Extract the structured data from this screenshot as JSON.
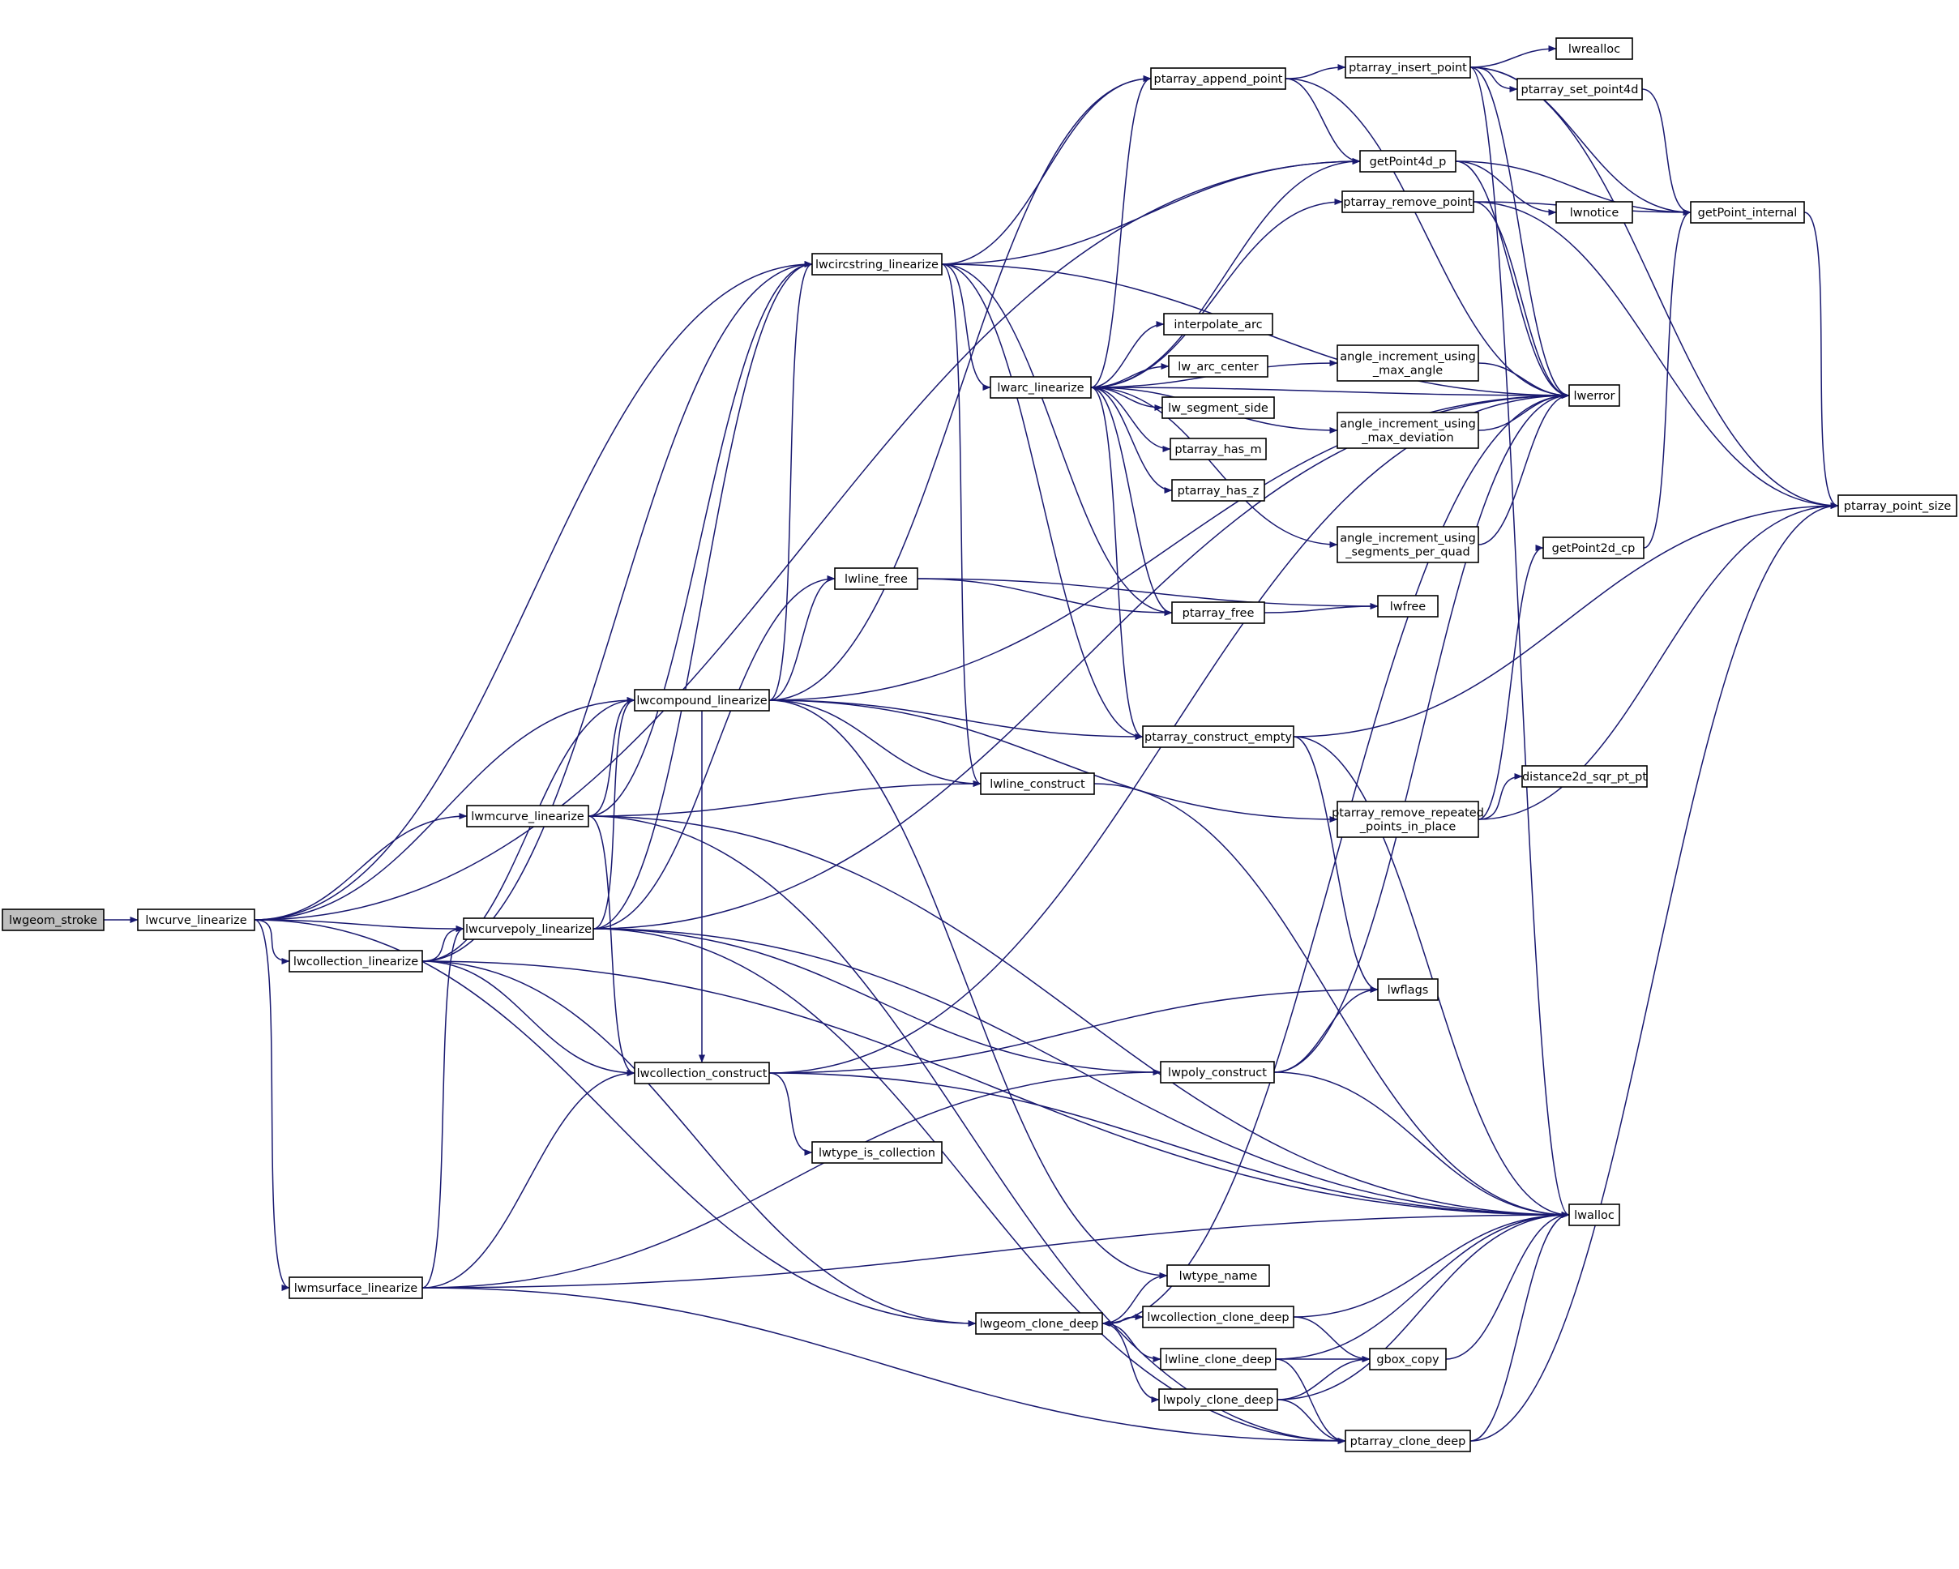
{
  "colors": {
    "edge": "#191970",
    "node_border": "#000000",
    "root_fill": "#bfbfbf",
    "node_fill": "#ffffff"
  },
  "nodes": [
    {
      "id": "lwgeom_stroke",
      "lines": [
        "lwgeom_stroke"
      ],
      "root": true
    },
    {
      "id": "lwcurve_linearize",
      "lines": [
        "lwcurve_linearize"
      ]
    },
    {
      "id": "lwcollection_linearize",
      "lines": [
        "lwcollection_linearize"
      ]
    },
    {
      "id": "lwcurvepoly_linearize",
      "lines": [
        "lwcurvepoly_linearize"
      ]
    },
    {
      "id": "lwmcurve_linearize",
      "lines": [
        "lwmcurve_linearize"
      ]
    },
    {
      "id": "lwmsurface_linearize",
      "lines": [
        "lwmsurface_linearize"
      ]
    },
    {
      "id": "lwcompound_linearize",
      "lines": [
        "lwcompound_linearize"
      ]
    },
    {
      "id": "lwcircstring_linearize",
      "lines": [
        "lwcircstring_linearize"
      ]
    },
    {
      "id": "lwline_free",
      "lines": [
        "lwline_free"
      ]
    },
    {
      "id": "lwcollection_construct",
      "lines": [
        "lwcollection_construct"
      ]
    },
    {
      "id": "lwtype_is_collection",
      "lines": [
        "lwtype_is_collection"
      ]
    },
    {
      "id": "lwarc_linearize",
      "lines": [
        "lwarc_linearize"
      ]
    },
    {
      "id": "lwline_construct",
      "lines": [
        "lwline_construct"
      ]
    },
    {
      "id": "lwgeom_clone_deep",
      "lines": [
        "lwgeom_clone_deep"
      ]
    },
    {
      "id": "ptarray_append_point",
      "lines": [
        "ptarray_append_point"
      ]
    },
    {
      "id": "interpolate_arc",
      "lines": [
        "interpolate_arc"
      ]
    },
    {
      "id": "lw_arc_center",
      "lines": [
        "lw_arc_center"
      ]
    },
    {
      "id": "lw_segment_side",
      "lines": [
        "lw_segment_side"
      ]
    },
    {
      "id": "ptarray_has_m",
      "lines": [
        "ptarray_has_m"
      ]
    },
    {
      "id": "ptarray_has_z",
      "lines": [
        "ptarray_has_z"
      ]
    },
    {
      "id": "ptarray_free",
      "lines": [
        "ptarray_free"
      ]
    },
    {
      "id": "ptarray_construct_empty",
      "lines": [
        "ptarray_construct_empty"
      ]
    },
    {
      "id": "lwflags",
      "lines": [
        "lwflags"
      ]
    },
    {
      "id": "lwpoly_construct",
      "lines": [
        "lwpoly_construct"
      ]
    },
    {
      "id": "lwtype_name",
      "lines": [
        "lwtype_name"
      ]
    },
    {
      "id": "lwcollection_clone_deep",
      "lines": [
        "lwcollection_clone_deep"
      ]
    },
    {
      "id": "lwline_clone_deep",
      "lines": [
        "lwline_clone_deep"
      ]
    },
    {
      "id": "lwpoly_clone_deep",
      "lines": [
        "lwpoly_clone_deep"
      ]
    },
    {
      "id": "ptarray_insert_point",
      "lines": [
        "ptarray_insert_point"
      ]
    },
    {
      "id": "getPoint4d_p",
      "lines": [
        "getPoint4d_p"
      ]
    },
    {
      "id": "ptarray_remove_point",
      "lines": [
        "ptarray_remove_point"
      ]
    },
    {
      "id": "angle_increment_using_max_angle",
      "lines": [
        "angle_increment_using",
        "_max_angle"
      ]
    },
    {
      "id": "angle_increment_using_max_deviation",
      "lines": [
        "angle_increment_using",
        "_max_deviation"
      ]
    },
    {
      "id": "angle_increment_using_segments_per_quad",
      "lines": [
        "angle_increment_using",
        "_segments_per_quad"
      ]
    },
    {
      "id": "lwfree",
      "lines": [
        "lwfree"
      ]
    },
    {
      "id": "ptarray_remove_repeated_points_in_place",
      "lines": [
        "ptarray_remove_repeated",
        "_points_in_place"
      ]
    },
    {
      "id": "gbox_copy",
      "lines": [
        "gbox_copy"
      ]
    },
    {
      "id": "ptarray_clone_deep",
      "lines": [
        "ptarray_clone_deep"
      ]
    },
    {
      "id": "lwrealloc",
      "lines": [
        "lwrealloc"
      ]
    },
    {
      "id": "ptarray_set_point4d",
      "lines": [
        "ptarray_set_point4d"
      ]
    },
    {
      "id": "lwnotice",
      "lines": [
        "lwnotice"
      ]
    },
    {
      "id": "lwerror",
      "lines": [
        "lwerror"
      ]
    },
    {
      "id": "getPoint2d_cp",
      "lines": [
        "getPoint2d_cp"
      ]
    },
    {
      "id": "distance2d_sqr_pt_pt",
      "lines": [
        "distance2d_sqr_pt_pt"
      ]
    },
    {
      "id": "lwalloc",
      "lines": [
        "lwalloc"
      ]
    },
    {
      "id": "getPoint_internal",
      "lines": [
        "getPoint_internal"
      ]
    },
    {
      "id": "ptarray_point_size",
      "lines": [
        "ptarray_point_size"
      ]
    }
  ],
  "edges": [
    [
      "lwgeom_stroke",
      "lwcurve_linearize"
    ],
    [
      "lwcurve_linearize",
      "lwcircstring_linearize"
    ],
    [
      "lwcurve_linearize",
      "lwcompound_linearize"
    ],
    [
      "lwcurve_linearize",
      "lwmcurve_linearize"
    ],
    [
      "lwcurve_linearize",
      "lwcurvepoly_linearize"
    ],
    [
      "lwcurve_linearize",
      "lwcollection_linearize"
    ],
    [
      "lwcurve_linearize",
      "lwmsurface_linearize"
    ],
    [
      "lwcurve_linearize",
      "lwgeom_clone_deep"
    ],
    [
      "lwcurve_linearize",
      "getPoint4d_p"
    ],
    [
      "lwcollection_linearize",
      "lwcircstring_linearize"
    ],
    [
      "lwcollection_linearize",
      "lwcompound_linearize"
    ],
    [
      "lwcollection_linearize",
      "lwcurvepoly_linearize"
    ],
    [
      "lwcollection_linearize",
      "lwcollection_construct"
    ],
    [
      "lwcollection_linearize",
      "lwgeom_clone_deep"
    ],
    [
      "lwcollection_linearize",
      "lwalloc"
    ],
    [
      "lwcurvepoly_linearize",
      "lwcircstring_linearize"
    ],
    [
      "lwcurvepoly_linearize",
      "lwcompound_linearize"
    ],
    [
      "lwcurvepoly_linearize",
      "lwline_free"
    ],
    [
      "lwcurvepoly_linearize",
      "lwpoly_construct"
    ],
    [
      "lwcurvepoly_linearize",
      "ptarray_clone_deep"
    ],
    [
      "lwcurvepoly_linearize",
      "lwerror"
    ],
    [
      "lwcurvepoly_linearize",
      "lwalloc"
    ],
    [
      "lwmcurve_linearize",
      "lwcircstring_linearize"
    ],
    [
      "lwmcurve_linearize",
      "lwcompound_linearize"
    ],
    [
      "lwmcurve_linearize",
      "lwline_construct"
    ],
    [
      "lwmcurve_linearize",
      "lwcollection_construct"
    ],
    [
      "lwmcurve_linearize",
      "ptarray_clone_deep"
    ],
    [
      "lwmcurve_linearize",
      "lwalloc"
    ],
    [
      "lwmsurface_linearize",
      "lwcurvepoly_linearize"
    ],
    [
      "lwmsurface_linearize",
      "lwcollection_construct"
    ],
    [
      "lwmsurface_linearize",
      "lwpoly_construct"
    ],
    [
      "lwmsurface_linearize",
      "ptarray_clone_deep"
    ],
    [
      "lwmsurface_linearize",
      "lwalloc"
    ],
    [
      "lwcompound_linearize",
      "lwcircstring_linearize"
    ],
    [
      "lwcompound_linearize",
      "lwline_free"
    ],
    [
      "lwcompound_linearize",
      "lwline_construct"
    ],
    [
      "lwcompound_linearize",
      "ptarray_construct_empty"
    ],
    [
      "lwcompound_linearize",
      "ptarray_append_point"
    ],
    [
      "lwcompound_linearize",
      "ptarray_remove_repeated_points_in_place"
    ],
    [
      "lwcompound_linearize",
      "lwerror"
    ],
    [
      "lwcompound_linearize",
      "lwtype_name"
    ],
    [
      "lwcompound_linearize",
      "lwcollection_construct"
    ],
    [
      "lwcircstring_linearize",
      "ptarray_append_point"
    ],
    [
      "lwcircstring_linearize",
      "getPoint4d_p"
    ],
    [
      "lwcircstring_linearize",
      "lwarc_linearize"
    ],
    [
      "lwcircstring_linearize",
      "ptarray_free"
    ],
    [
      "lwcircstring_linearize",
      "ptarray_construct_empty"
    ],
    [
      "lwcircstring_linearize",
      "lwline_construct"
    ],
    [
      "lwcircstring_linearize",
      "lwerror"
    ],
    [
      "lwline_free",
      "ptarray_free"
    ],
    [
      "lwline_free",
      "lwfree"
    ],
    [
      "lwcollection_construct",
      "lwtype_is_collection"
    ],
    [
      "lwcollection_construct",
      "lwflags"
    ],
    [
      "lwcollection_construct",
      "lwerror"
    ],
    [
      "lwcollection_construct",
      "lwalloc"
    ],
    [
      "lwarc_linearize",
      "interpolate_arc"
    ],
    [
      "lwarc_linearize",
      "lw_arc_center"
    ],
    [
      "lwarc_linearize",
      "lw_segment_side"
    ],
    [
      "lwarc_linearize",
      "ptarray_has_m"
    ],
    [
      "lwarc_linearize",
      "ptarray_has_z"
    ],
    [
      "lwarc_linearize",
      "ptarray_free"
    ],
    [
      "lwarc_linearize",
      "ptarray_construct_empty"
    ],
    [
      "lwarc_linearize",
      "ptarray_append_point"
    ],
    [
      "lwarc_linearize",
      "getPoint4d_p"
    ],
    [
      "lwarc_linearize",
      "ptarray_remove_point"
    ],
    [
      "lwarc_linearize",
      "angle_increment_using_max_angle"
    ],
    [
      "lwarc_linearize",
      "angle_increment_using_max_deviation"
    ],
    [
      "lwarc_linearize",
      "angle_increment_using_segments_per_quad"
    ],
    [
      "lwarc_linearize",
      "lwerror"
    ],
    [
      "lwline_construct",
      "lwalloc"
    ],
    [
      "lwgeom_clone_deep",
      "lwtype_name"
    ],
    [
      "lwgeom_clone_deep",
      "lwcollection_clone_deep"
    ],
    [
      "lwgeom_clone_deep",
      "lwline_clone_deep"
    ],
    [
      "lwgeom_clone_deep",
      "lwpoly_clone_deep"
    ],
    [
      "lwgeom_clone_deep",
      "lwerror"
    ],
    [
      "lwcollection_clone_deep",
      "lwgeom_clone_deep"
    ],
    [
      "lwcollection_clone_deep",
      "gbox_copy"
    ],
    [
      "lwcollection_clone_deep",
      "lwalloc"
    ],
    [
      "lwline_clone_deep",
      "gbox_copy"
    ],
    [
      "lwline_clone_deep",
      "ptarray_clone_deep"
    ],
    [
      "lwline_clone_deep",
      "lwalloc"
    ],
    [
      "lwpoly_clone_deep",
      "gbox_copy"
    ],
    [
      "lwpoly_clone_deep",
      "ptarray_clone_deep"
    ],
    [
      "lwpoly_clone_deep",
      "lwalloc"
    ],
    [
      "gbox_copy",
      "lwalloc"
    ],
    [
      "ptarray_clone_deep",
      "lwalloc"
    ],
    [
      "ptarray_clone_deep",
      "ptarray_point_size"
    ],
    [
      "ptarray_append_point",
      "ptarray_insert_point"
    ],
    [
      "ptarray_append_point",
      "getPoint4d_p"
    ],
    [
      "ptarray_append_point",
      "lwerror"
    ],
    [
      "ptarray_insert_point",
      "lwrealloc"
    ],
    [
      "ptarray_insert_point",
      "ptarray_set_point4d"
    ],
    [
      "ptarray_insert_point",
      "getPoint_internal"
    ],
    [
      "ptarray_insert_point",
      "lwerror"
    ],
    [
      "ptarray_insert_point",
      "ptarray_point_size"
    ],
    [
      "ptarray_insert_point",
      "lwalloc"
    ],
    [
      "ptarray_set_point4d",
      "getPoint_internal"
    ],
    [
      "getPoint4d_p",
      "lwnotice"
    ],
    [
      "getPoint4d_p",
      "getPoint_internal"
    ],
    [
      "getPoint4d_p",
      "lwerror"
    ],
    [
      "ptarray_remove_point",
      "getPoint_internal"
    ],
    [
      "ptarray_remove_point",
      "lwerror"
    ],
    [
      "ptarray_remove_point",
      "ptarray_point_size"
    ],
    [
      "angle_increment_using_max_angle",
      "lwerror"
    ],
    [
      "angle_increment_using_max_deviation",
      "lwerror"
    ],
    [
      "angle_increment_using_segments_per_quad",
      "lwerror"
    ],
    [
      "ptarray_free",
      "lwfree"
    ],
    [
      "ptarray_construct_empty",
      "lwflags"
    ],
    [
      "ptarray_construct_empty",
      "ptarray_point_size"
    ],
    [
      "ptarray_construct_empty",
      "lwalloc"
    ],
    [
      "ptarray_remove_repeated_points_in_place",
      "getPoint2d_cp"
    ],
    [
      "ptarray_remove_repeated_points_in_place",
      "distance2d_sqr_pt_pt"
    ],
    [
      "ptarray_remove_repeated_points_in_place",
      "ptarray_point_size"
    ],
    [
      "lwpoly_construct",
      "lwflags"
    ],
    [
      "lwpoly_construct",
      "lwerror"
    ],
    [
      "lwpoly_construct",
      "lwalloc"
    ],
    [
      "getPoint2d_cp",
      "getPoint_internal"
    ],
    [
      "getPoint_internal",
      "ptarray_point_size"
    ]
  ]
}
